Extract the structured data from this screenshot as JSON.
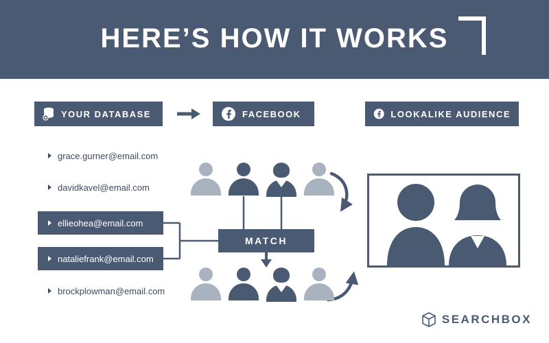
{
  "header": {
    "title": "HERE’S HOW IT WORKS"
  },
  "flow": {
    "database_label": "YOUR DATABASE",
    "facebook_label": "FACEBOOK",
    "lookalike_label": "LOOKALIKE AUDIENCE",
    "match_label": "MATCH"
  },
  "emails": [
    {
      "text": "grace.gurner@email.com",
      "highlighted": false
    },
    {
      "text": "davidkavel@email.com",
      "highlighted": false
    },
    {
      "text": "ellieohea@email.com",
      "highlighted": true
    },
    {
      "text": "nataliefrank@email.com",
      "highlighted": true
    },
    {
      "text": "brockplowman@email.com",
      "highlighted": false
    }
  ],
  "logo": {
    "text": "SEARCHBOX"
  },
  "colors": {
    "accent": "#4a5a73",
    "muted_silhouette": "#a9b2bf",
    "background": "#ffffff"
  }
}
